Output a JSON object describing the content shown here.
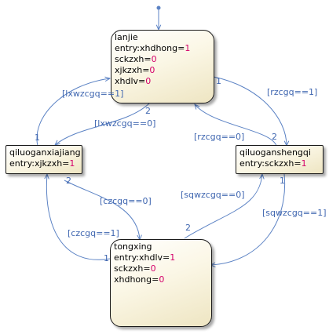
{
  "states": {
    "lanjie": {
      "name": "lanjie",
      "lines": [
        {
          "key": "entry:xhdhong=",
          "val": "1"
        },
        {
          "key": "sckzxh=",
          "val": "0"
        },
        {
          "key": "xjkzxh=",
          "val": "0"
        },
        {
          "key": "xhdlv=",
          "val": "0"
        }
      ]
    },
    "qiluoganxiajiang": {
      "name": "qiluoganxiajiang",
      "lines": [
        {
          "key": "entry:xjkzxh=",
          "val": "1"
        }
      ]
    },
    "qiluoganshengqi": {
      "name": "qiluoganshengqi",
      "lines": [
        {
          "key": "entry:sckzxh=",
          "val": "1"
        }
      ]
    },
    "tongxing": {
      "name": "tongxing",
      "lines": [
        {
          "key": "entry:xhdlv=",
          "val": "1"
        },
        {
          "key": "sckzxh=",
          "val": "0"
        },
        {
          "key": "xhdhong=",
          "val": "0"
        }
      ]
    }
  },
  "transitions": {
    "t1": "[lxwzcgq==1]",
    "t2": "[lxwzcgq==0]",
    "t3": "[rzcgq==1]",
    "t4": "[rzcgq==0]",
    "t5": "[czcgq==0]",
    "t6": "[czcgq==1]",
    "t7": "[sqwzcgq==0]",
    "t8": "[sqwzcgq==1]"
  },
  "priorities": {
    "p_left_top": "1",
    "p_lanjie_bottom": "2",
    "p_lanjie_right": "1",
    "p_right_top": "2",
    "p_left_bottom": "2",
    "p_right_bottom": "1",
    "p_tong_top": "2",
    "p_tong_left": "1"
  },
  "colors": {
    "arrow": "#5b82c4",
    "label": "#3f66b0",
    "value": "#d4006a"
  }
}
